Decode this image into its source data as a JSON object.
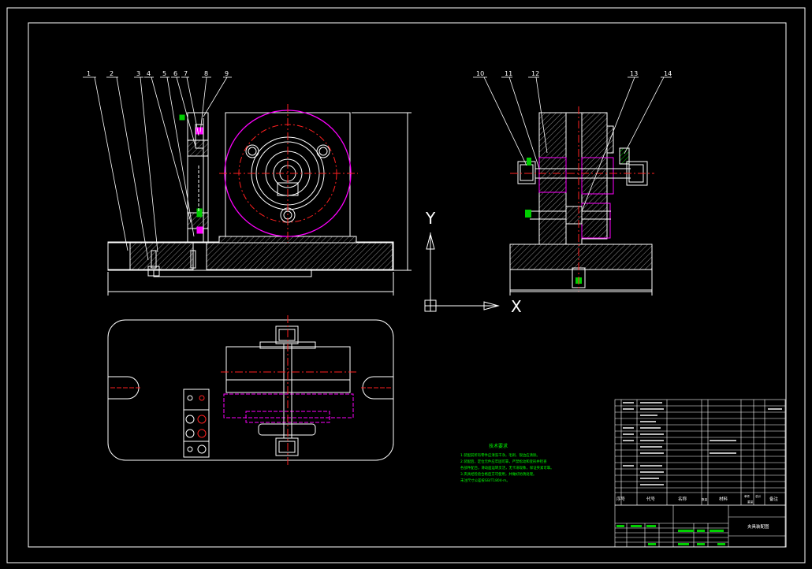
{
  "drawing": {
    "axis_labels": {
      "x": "X",
      "y": "Y"
    },
    "front_view_callouts": [
      "1",
      "2",
      "3",
      "4",
      "5",
      "6",
      "7",
      "8",
      "9"
    ],
    "side_view_callouts": [
      "10",
      "11",
      "12",
      "13",
      "14"
    ],
    "tech_requirements": {
      "title": "技术要求",
      "lines": [
        "1.装配前所有零件应清洗干净，毛刺、锐边应清除。",
        "2.装配后，定位元件应牢固可靠，严禁松动和变形并检查",
        "各部件配合，滑动面运转灵活，无卡滞现象，保证夹紧可靠。",
        "3.夹具经检验合格后方可使用，并做好防锈处理。",
        "未注尺寸公差按GB/T1804-m。"
      ]
    },
    "title_block": {
      "headers": [
        "序号",
        "代号",
        "名称",
        "数量",
        "材料",
        "单件",
        "总计",
        "备注"
      ],
      "drawing_name": "夹具装配图",
      "mass_header": "重量"
    },
    "colors": {
      "background": "#000000",
      "outline": "#ffffff",
      "center_line": "#ff2020",
      "hidden_line": "#ff00ff",
      "note_text": "#00ff00",
      "fill_green": "#00d000"
    }
  }
}
